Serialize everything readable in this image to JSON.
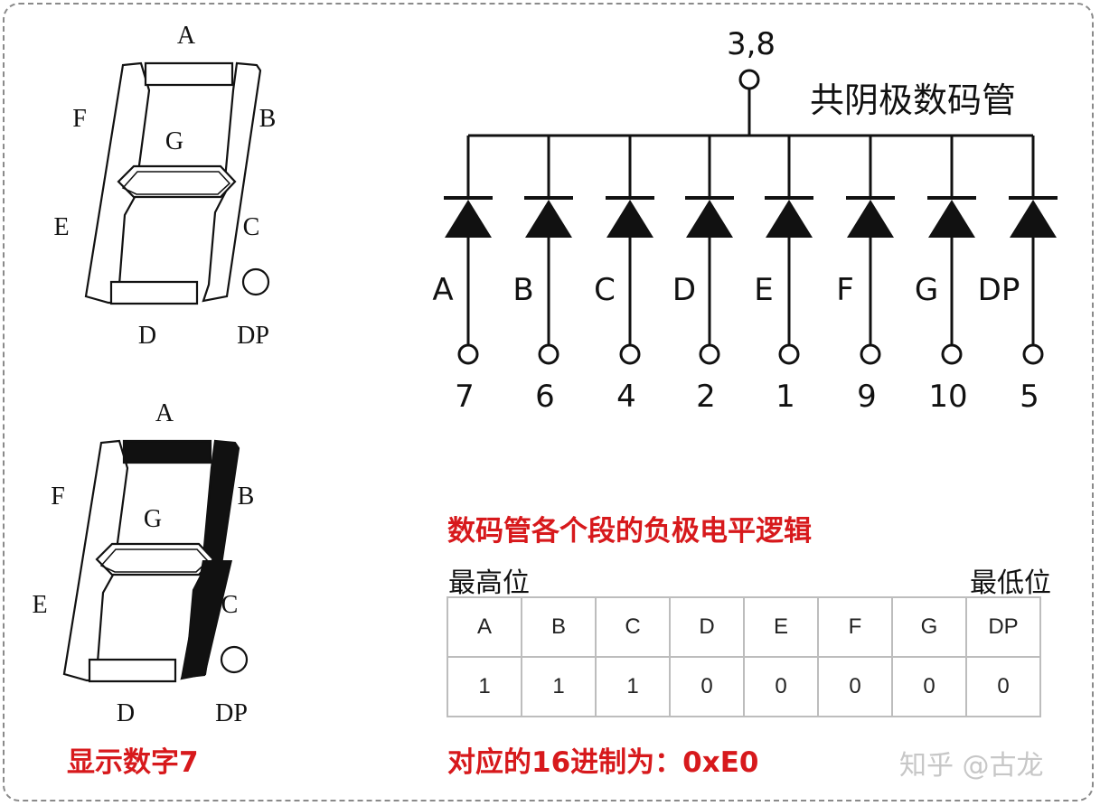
{
  "digit_top": {
    "segment_labels": {
      "a": "A",
      "b": "B",
      "c": "C",
      "d": "D",
      "e": "E",
      "f": "F",
      "g": "G",
      "dp": "DP"
    }
  },
  "digit_bottom": {
    "segment_labels": {
      "a": "A",
      "b": "B",
      "c": "C",
      "d": "D",
      "e": "E",
      "f": "F",
      "g": "G",
      "dp": "DP"
    },
    "lit_segments": [
      "a",
      "b",
      "c"
    ],
    "caption": "显示数字7"
  },
  "circuit": {
    "title": "共阴极数码管",
    "common_pin": "3,8",
    "diodes": [
      {
        "segment": "A",
        "pin": "7"
      },
      {
        "segment": "B",
        "pin": "6"
      },
      {
        "segment": "C",
        "pin": "4"
      },
      {
        "segment": "D",
        "pin": "2"
      },
      {
        "segment": "E",
        "pin": "1"
      },
      {
        "segment": "F",
        "pin": "9"
      },
      {
        "segment": "G",
        "pin": "10"
      },
      {
        "segment": "DP",
        "pin": "5"
      }
    ]
  },
  "logic": {
    "heading": "数码管各个段的负极电平逻辑",
    "msb_label": "最高位",
    "lsb_label": "最低位",
    "headers": [
      "A",
      "B",
      "C",
      "D",
      "E",
      "F",
      "G",
      "DP"
    ],
    "values": [
      "1",
      "1",
      "1",
      "0",
      "0",
      "0",
      "0",
      "0"
    ],
    "hex_result": "对应的16进制为：0xE0"
  },
  "watermark": "知乎 @古龙",
  "colors": {
    "accent_red": "#d7191c",
    "stroke": "#111111",
    "table_border": "#bdbdbd"
  }
}
